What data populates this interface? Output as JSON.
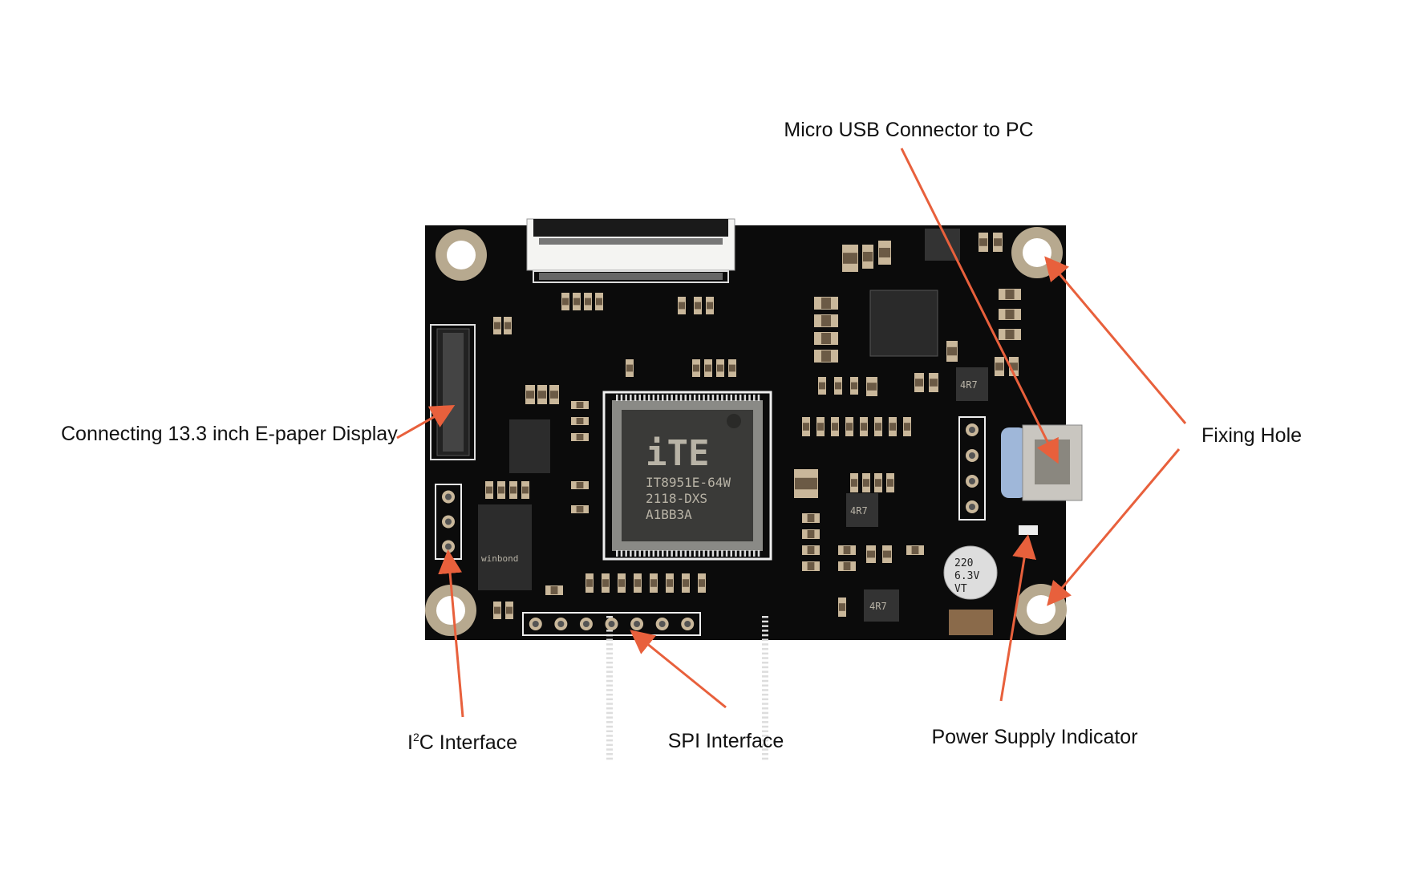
{
  "labels": {
    "usb": "Micro USB Connector to PC",
    "epaper": "Connecting 13.3 inch E-paper Display",
    "fixing_hole": "Fixing Hole",
    "i2c_prefix": "I",
    "i2c_sup": "2",
    "i2c_rest": "C Interface",
    "spi": "SPI Interface",
    "power": "Power Supply Indicator"
  },
  "board_markings": {
    "chip_logo": "iTE",
    "chip_line1": "IT8951E-64W",
    "chip_line2": "2118-DXS",
    "chip_line3": "A1BB3A",
    "capacitor_line1": "220",
    "capacitor_line2": "6.3V",
    "capacitor_line3": "VT",
    "inductor": "4R7",
    "flash_brand": "winbond"
  },
  "colors": {
    "arrow": "#e8603c",
    "pcb": "#0b0b0b",
    "pad": "#c9b79a"
  }
}
